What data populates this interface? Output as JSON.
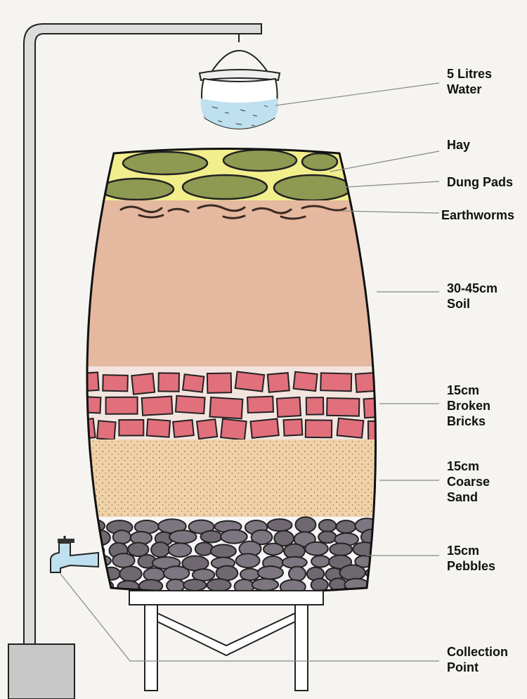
{
  "labels": {
    "water": [
      "5 Litres",
      "Water"
    ],
    "hay": [
      "Hay"
    ],
    "dung": [
      "Dung Pads"
    ],
    "worms": [
      "Earthworms"
    ],
    "soil": [
      "30-45cm",
      "Soil"
    ],
    "bricks": [
      "15cm",
      "Broken",
      "Bricks"
    ],
    "sand": [
      "15cm",
      "Coarse",
      "Sand"
    ],
    "pebbles": [
      "15cm",
      "Pebbles"
    ],
    "collection": [
      "Collection",
      "Point"
    ]
  },
  "colors": {
    "paper": "#f5f4f0",
    "water": "#bfe0ee",
    "hay": "#f2ee8c",
    "dung": "#8e9a52",
    "soil": "#e5b8a0",
    "brick": "#e26f7c",
    "sand": "#f0d2a8",
    "pebble": "#6f6870",
    "pipe": "#dcdcdc"
  }
}
